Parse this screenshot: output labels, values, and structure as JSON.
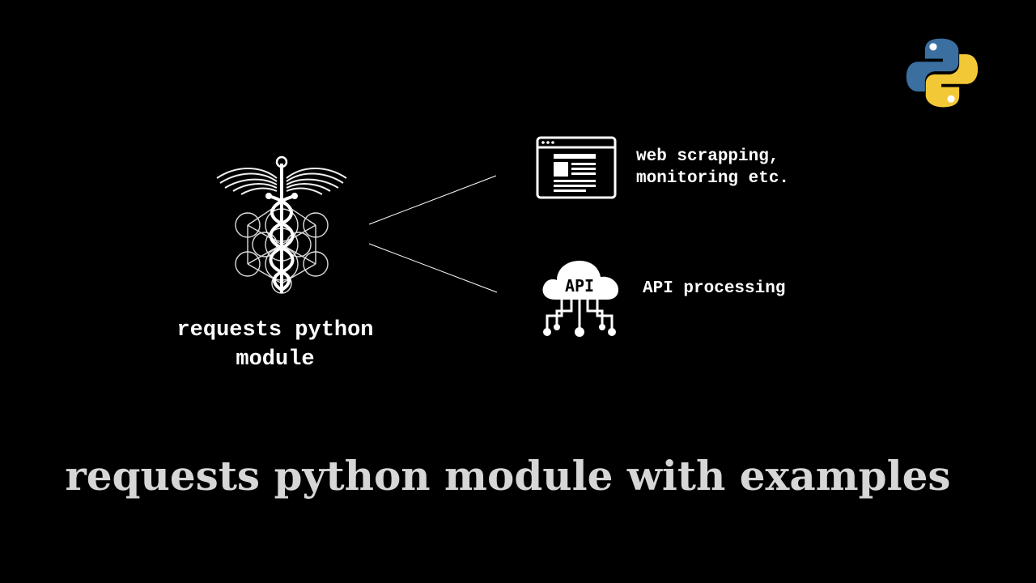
{
  "headline": "requests python module with examples",
  "center_node": {
    "label_line1": "requests python",
    "label_line2": "module",
    "logo_icon": "caduceus-icon"
  },
  "branches": [
    {
      "icon": "browser-window-icon",
      "label_line1": "web scrapping,",
      "label_line2": "monitoring etc."
    },
    {
      "icon": "api-cloud-icon",
      "icon_text": "API",
      "label": "API processing"
    }
  ],
  "corner_logo": "python-logo-icon",
  "colors": {
    "background": "#000000",
    "text": "#ffffff",
    "headline": "#d6d6d6",
    "python_blue": "#3a6fa0",
    "python_yellow": "#f2c836"
  }
}
